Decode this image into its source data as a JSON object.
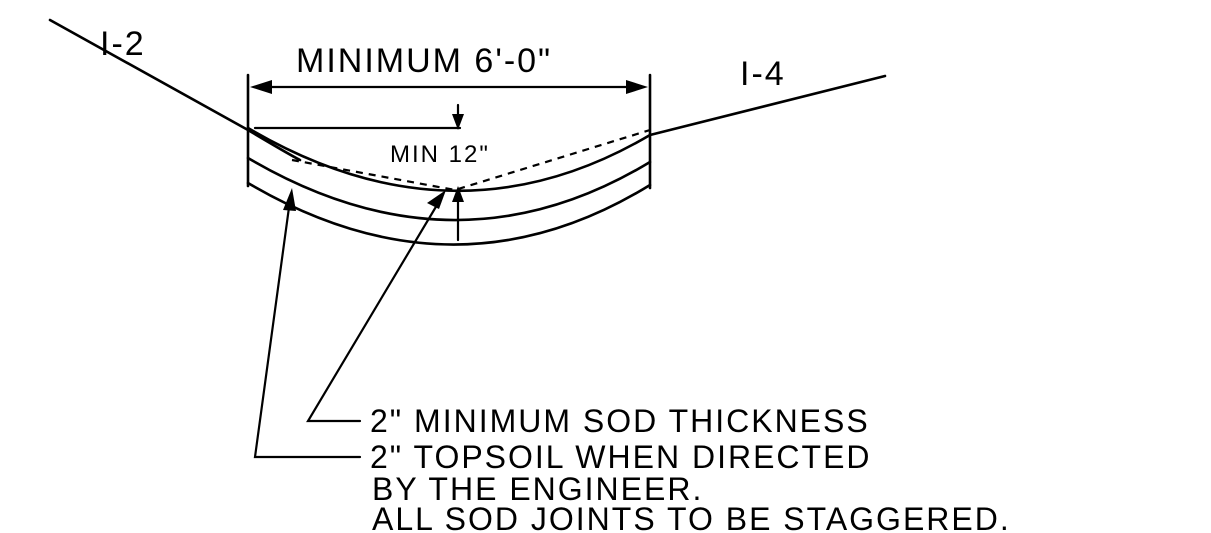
{
  "labels": {
    "left_line": "I-2",
    "right_line": "I-4",
    "width_dim": "MINIMUM 6'-0\"",
    "depth_dim": "MIN 12\"",
    "note_sod": "2\" MINIMUM SOD THICKNESS",
    "note_topsoil_1": "2\" TOPSOIL WHEN DIRECTED",
    "note_topsoil_2": "BY THE ENGINEER.",
    "note_joints": "ALL SOD JOINTS TO BE STAGGERED."
  },
  "colors": {
    "ink": "#000000",
    "background": "#ffffff"
  }
}
